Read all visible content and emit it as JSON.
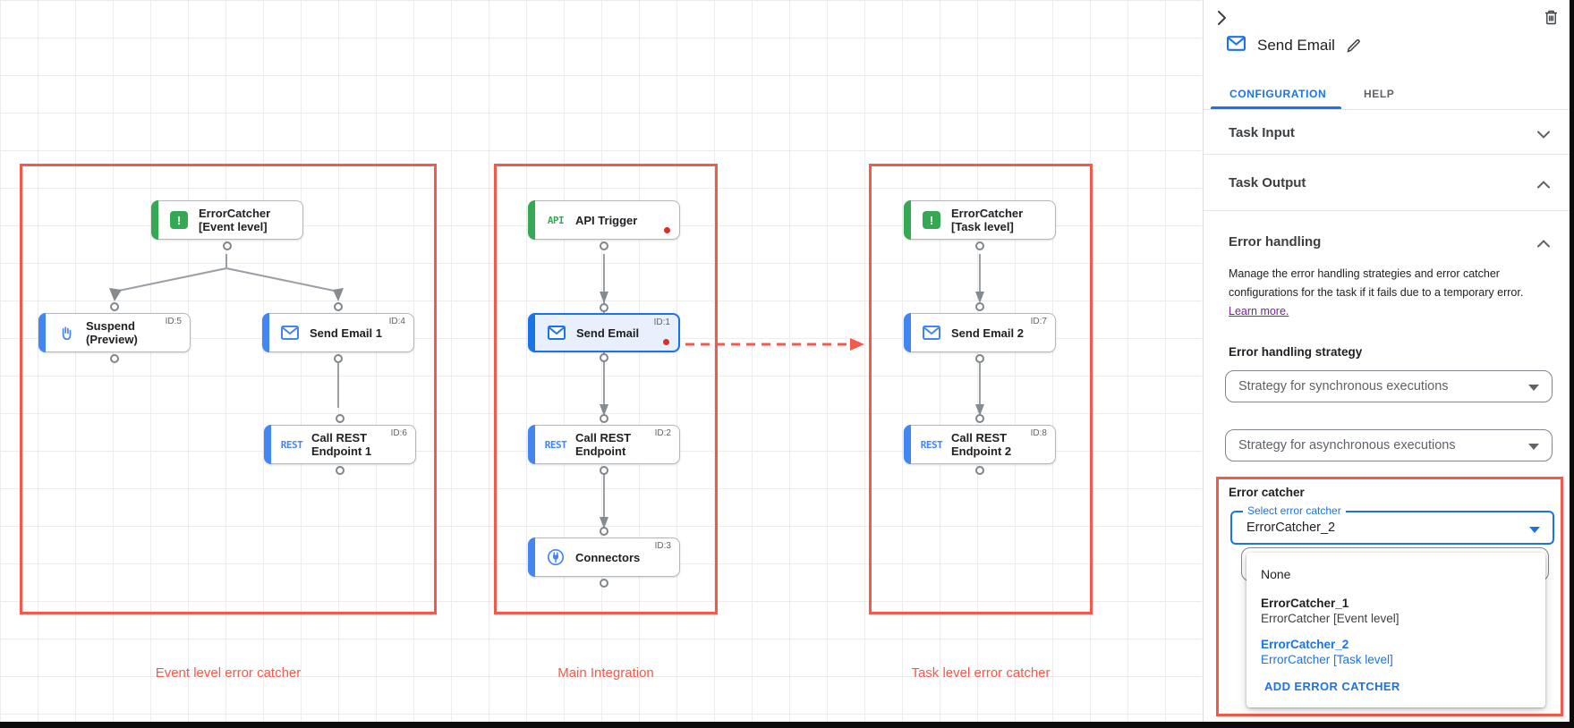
{
  "canvas": {
    "groups": [
      {
        "label": "Event level error catcher"
      },
      {
        "label": "Main Integration"
      },
      {
        "label": "Task level error catcher"
      }
    ],
    "nodes": [
      {
        "label": "ErrorCatcher",
        "label2": "[Event level]"
      },
      {
        "label": "Suspend",
        "label2": "(Preview)",
        "id": "ID:5"
      },
      {
        "label": "Send Email 1",
        "id": "ID:4"
      },
      {
        "label": "Call REST",
        "label2": "Endpoint 1",
        "id": "ID:6",
        "icon_label": "REST"
      },
      {
        "label": "API Trigger",
        "icon_label": "API"
      },
      {
        "label": "Send Email",
        "id": "ID:1"
      },
      {
        "label": "Call REST",
        "label2": "Endpoint",
        "id": "ID:2",
        "icon_label": "REST"
      },
      {
        "label": "Connectors",
        "id": "ID:3"
      },
      {
        "label": "ErrorCatcher",
        "label2": "[Task level]"
      },
      {
        "label": "Send Email 2",
        "id": "ID:7"
      },
      {
        "label": "Call REST",
        "label2": "Endpoint 2",
        "id": "ID:8",
        "icon_label": "REST"
      }
    ]
  },
  "panel": {
    "title": "Send Email",
    "tabs": [
      {
        "label": "CONFIGURATION"
      },
      {
        "label": "HELP"
      }
    ],
    "sections": {
      "task_input": "Task Input",
      "task_output": "Task Output",
      "error_handling": "Error handling"
    },
    "description": "Manage the error handling strategies and error catcher configurations for the task if it fails due to a temporary error.",
    "learn_more": "Learn more.",
    "strategy_label": "Error handling strategy",
    "sync_select": "Strategy for synchronous executions",
    "async_select": "Strategy for asynchronous executions",
    "error_catcher_label": "Error catcher",
    "select_label": "Select error catcher",
    "select_value": "ErrorCatcher_2",
    "menu": {
      "none": "None",
      "items": [
        {
          "name": "ErrorCatcher_1",
          "desc": "ErrorCatcher [Event level]"
        },
        {
          "name": "ErrorCatcher_2",
          "desc": "ErrorCatcher [Task level]"
        }
      ],
      "add": "ADD ERROR CATCHER"
    }
  },
  "colors": {
    "accent_blue": "#1a73e8",
    "node_blue": "#4285f4",
    "green": "#34a853",
    "annotation_red": "#f4594c",
    "error_dot_red": "#d93025"
  }
}
